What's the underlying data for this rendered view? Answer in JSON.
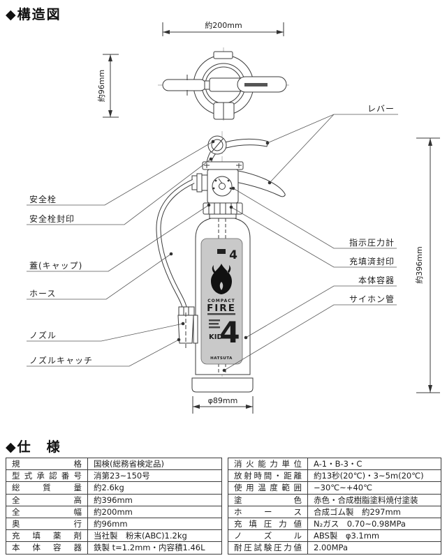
{
  "page": {
    "structure_title": "◆構造図",
    "spec_title": "◆仕　様"
  },
  "diagram": {
    "dimensions": {
      "overall_width": "約200mm",
      "overall_depth": "約96mm",
      "overall_height": "約396mm",
      "base_diameter": "φ89mm"
    },
    "parts_left": [
      "安全栓",
      "安全栓封印",
      "蓋(キャップ)",
      "ホース",
      "ノズル",
      "ノズルキャッチ"
    ],
    "parts_right": [
      "レバー",
      "指示圧力計",
      "充填済封印",
      "本体容器",
      "サイホン管"
    ],
    "product_label": {
      "corner_number": "4",
      "series": "COMPACT",
      "name": "FIRE",
      "number": "4",
      "model": "KID",
      "brand": "HATSUTA"
    }
  },
  "spec": {
    "left": [
      {
        "label": "規格",
        "value": "国検(総務省検定品)"
      },
      {
        "label": "型式承認番号",
        "value": "消第23~150号"
      },
      {
        "label": "総質量",
        "value": "約2.6kg"
      },
      {
        "label": "全高",
        "value": "約396mm"
      },
      {
        "label": "全幅",
        "value": "約200mm"
      },
      {
        "label": "奥行",
        "value": "約96mm"
      },
      {
        "label": "充填薬剤",
        "value": "当社製　粉末(ABC)1.2kg"
      },
      {
        "label": "本体容器",
        "value": "鉄製 t=1.2mm・内容積1.46L"
      }
    ],
    "right": [
      {
        "label": "消火能力単位",
        "value": "A-1・B-3・C"
      },
      {
        "label": "放射時間・距離",
        "value": "約13秒(20℃)・3~5m(20℃)"
      },
      {
        "label": "使用温度範囲",
        "value": "−30℃~+40℃"
      },
      {
        "label": "塗色",
        "value": "赤色・合成樹脂塗料焼付塗装"
      },
      {
        "label": "ホース",
        "value": "合成ゴム製　約297mm"
      },
      {
        "label": "充填圧力値",
        "value": "N₂ガス　0.70~0.98MPa"
      },
      {
        "label": "ノズル",
        "value": "ABS製　φ3.1mm"
      },
      {
        "label": "耐圧試験圧力値",
        "value": "2.00MPa"
      }
    ]
  }
}
